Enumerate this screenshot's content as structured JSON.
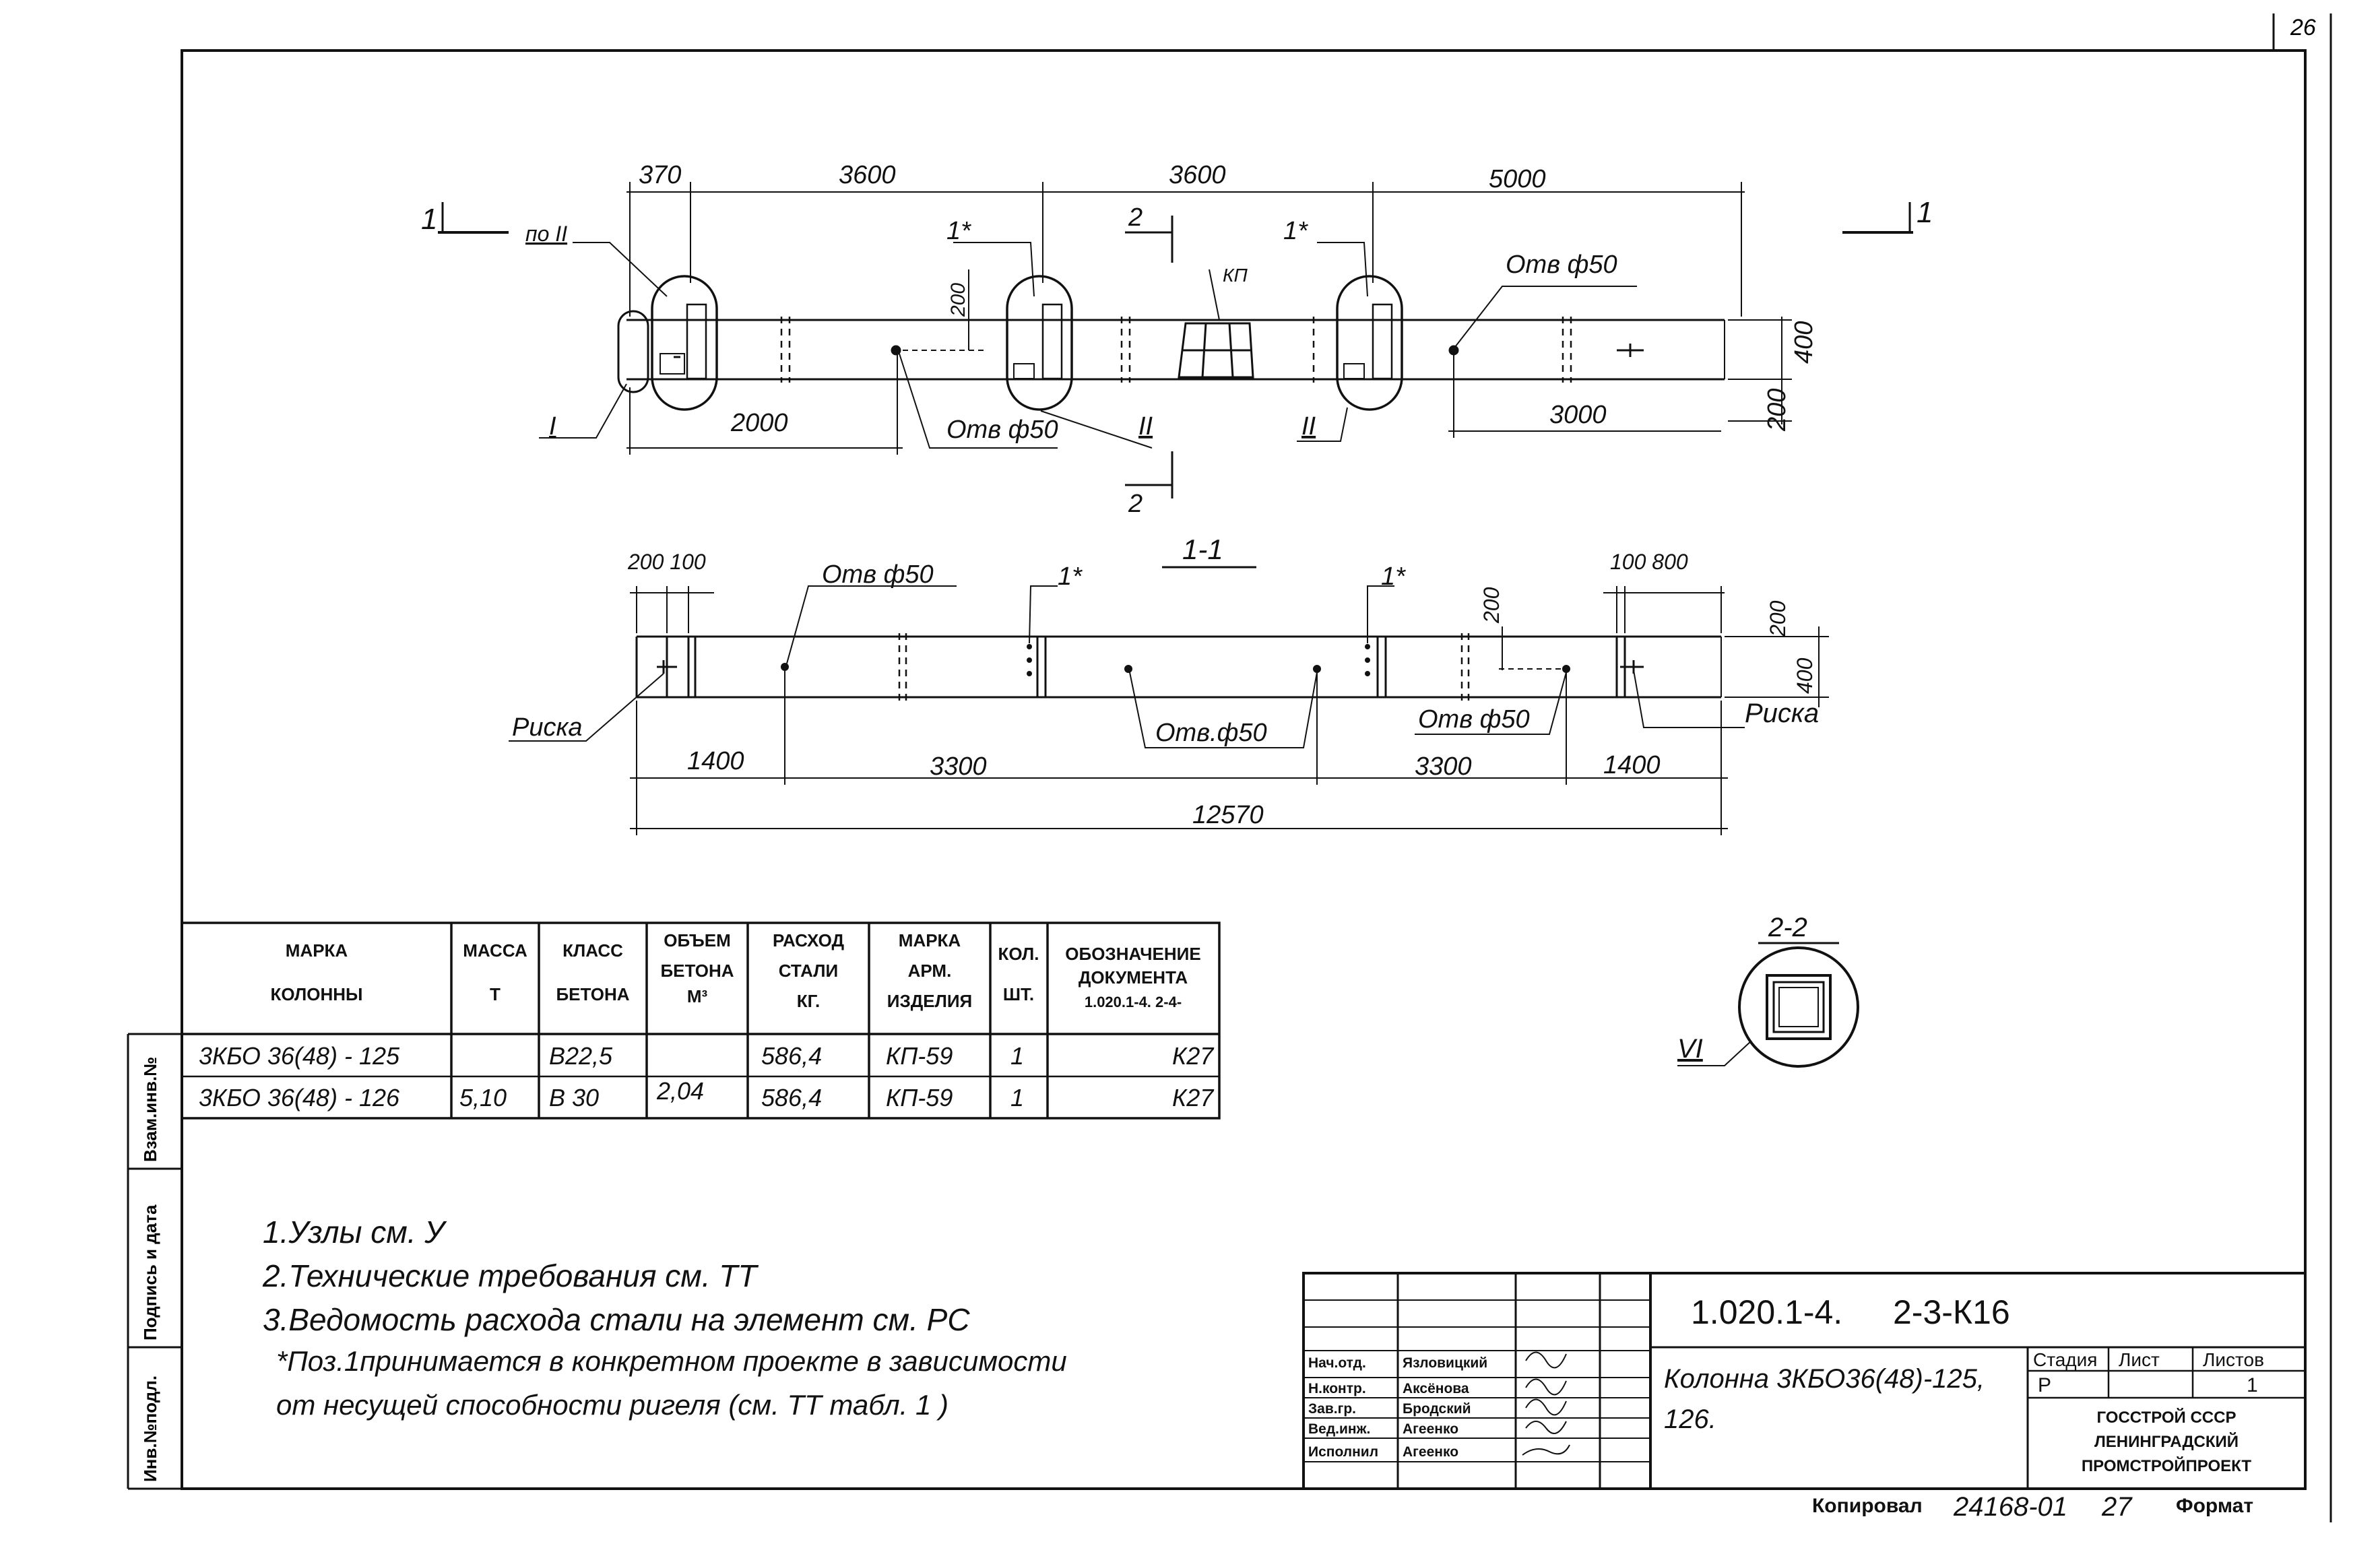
{
  "page": {
    "sheet_number": "26"
  },
  "drawing_top": {
    "dims_top": [
      "370",
      "3600",
      "3600",
      "5000"
    ],
    "dims_bottom": [
      "2000",
      "3000"
    ],
    "dim_side_400": "400",
    "dim_side_200": "200",
    "dim_200_node": "200",
    "section_1_left": "1",
    "section_1_right": "1",
    "section_2_top": "2",
    "section_2_bottom": "2",
    "label_po_II": "по II",
    "label_I": "I",
    "label_II_a": "II",
    "label_II_b": "II",
    "label_1star_a": "1*",
    "label_1star_b": "1*",
    "label_kp": "КП",
    "hole_a": "Отв ф50",
    "hole_b": "Отв ф50"
  },
  "drawing_section": {
    "title": "1-1",
    "dims_top_left": "200 100",
    "dims_top_right": "100 800",
    "dim_200_a": "200",
    "dim_200_b": "200",
    "dim_400": "400",
    "hole_top": "Отв ф50",
    "hole_bottom_a": "Отв.ф50",
    "hole_bottom_b": "Отв ф50",
    "label_1star_a": "1*",
    "label_1star_b": "1*",
    "riska_left": "Риска",
    "riska_right": "Риска",
    "dims_bottom": [
      "1400",
      "3300",
      "3300",
      "1400"
    ],
    "dim_total": "12570"
  },
  "section_2_2": {
    "title": "2-2",
    "label_VI": "VI"
  },
  "table": {
    "headers": [
      [
        "МАРКА",
        "КОЛОННЫ"
      ],
      [
        "МАССА",
        "Т"
      ],
      [
        "КЛАСС",
        "БЕТОНА"
      ],
      [
        "ОБЪЕМ",
        "БЕТОНА",
        "М³"
      ],
      [
        "РАСХОД",
        "СТАЛИ",
        "КГ."
      ],
      [
        "МАРКА",
        "АРМ.",
        "ИЗДЕЛИЯ"
      ],
      [
        "КОЛ.",
        "ШТ."
      ],
      [
        "ОБОЗНАЧЕНИЕ",
        "ДОКУМЕНТА",
        "1.020.1-4. 2-4-"
      ]
    ],
    "rows": [
      [
        "3КБО 36(48) - 125",
        "",
        "В22,5",
        "",
        "586,4",
        "КП-59",
        "1",
        "К27"
      ],
      [
        "3КБО 36(48) - 126",
        "5,10",
        "В 30",
        "2,04",
        "586,4",
        "КП-59",
        "1",
        "К27"
      ]
    ]
  },
  "notes": [
    "1.Узлы см. У",
    "2.Технические требования см. ТТ",
    "3.Ведомость расхода стали на элемент см. РС",
    "*Поз.1принимается в конкретном проекте в зависимости",
    "от несущей способности ригеля (см. ТТ табл. 1 )"
  ],
  "side_strip": {
    "labels": [
      "Инв.№подл.",
      "Подпись и дата",
      "Взам.инв.№"
    ]
  },
  "title_block": {
    "doc_code": "1.020.1-4.",
    "sheet_code": "2-3-К16",
    "item_title": "Колонна 3КБО36(48)-125,",
    "item_title_2": "126.",
    "roles": [
      "Нач.отд.",
      "Н.контр.",
      "Зав.гр.",
      "Вед.инж.",
      "Исполнил"
    ],
    "names": [
      "Язловицкий",
      "Аксёнова",
      "Бродский",
      "Агеенко",
      "Агеенко"
    ],
    "stage_label": "Стадия",
    "sheet_label": "Лист",
    "sheets_label": "Листов",
    "stage_value": "Р",
    "sheets_value": "1",
    "org_1": "ГОССТРОЙ СССР",
    "org_2": "ЛЕНИНГРАДСКИЙ",
    "org_3": "ПРОМСТРОЙПРОЕКТ"
  },
  "footer": {
    "copied_label": "Копировал",
    "order_no": "24168-01",
    "page_no": "27",
    "format_label": "Формат"
  }
}
